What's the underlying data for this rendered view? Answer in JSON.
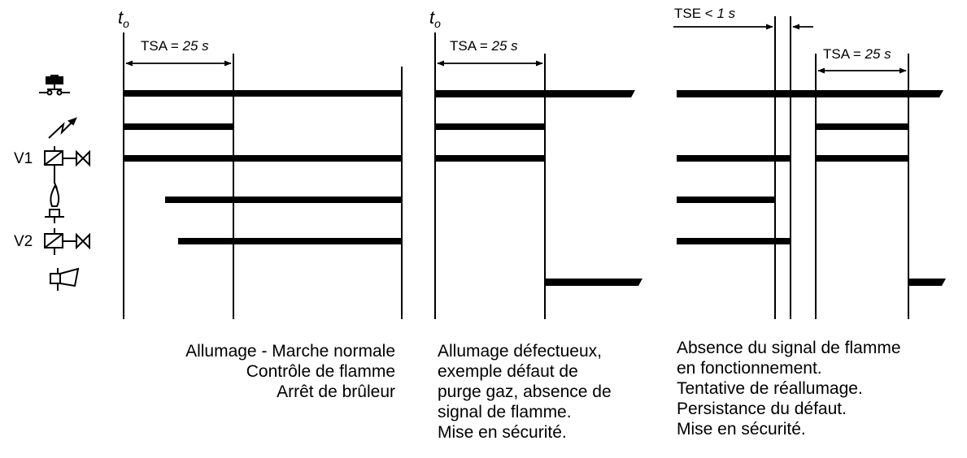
{
  "symbols": {
    "burner_motor": "motor-contact-icon",
    "ignition": "ignition-spark-icon",
    "v1_label": "V1",
    "pilot": "pilot-flame-icon",
    "v2_label": "V2",
    "alarm": "alarm-horn-icon"
  },
  "panels": [
    {
      "t0_label": "t",
      "t0_sub": "o",
      "tsa_label": "TSA = ",
      "tsa_value": "25 s",
      "caption_lines": [
        "Allumage - Marche normale",
        "Contrôle de flamme",
        "Arrêt de brûleur"
      ]
    },
    {
      "t0_label": "t",
      "t0_sub": "o",
      "tsa_label": "TSA = ",
      "tsa_value": "25 s",
      "caption_lines": [
        "Allumage défectueux,",
        "exemple défaut de",
        "purge gaz, absence de",
        "signal de flamme.",
        "Mise en sécurité."
      ]
    },
    {
      "tse_label": "TSE < ",
      "tse_value": "1 s",
      "tsa_label": "TSA = ",
      "tsa_value": "25 s",
      "caption_lines": [
        "Absence du signal de flamme",
        "en fonctionnement.",
        "Tentative de réallumage.",
        "Persistance du défaut.",
        "Mise en sécurité."
      ]
    }
  ]
}
